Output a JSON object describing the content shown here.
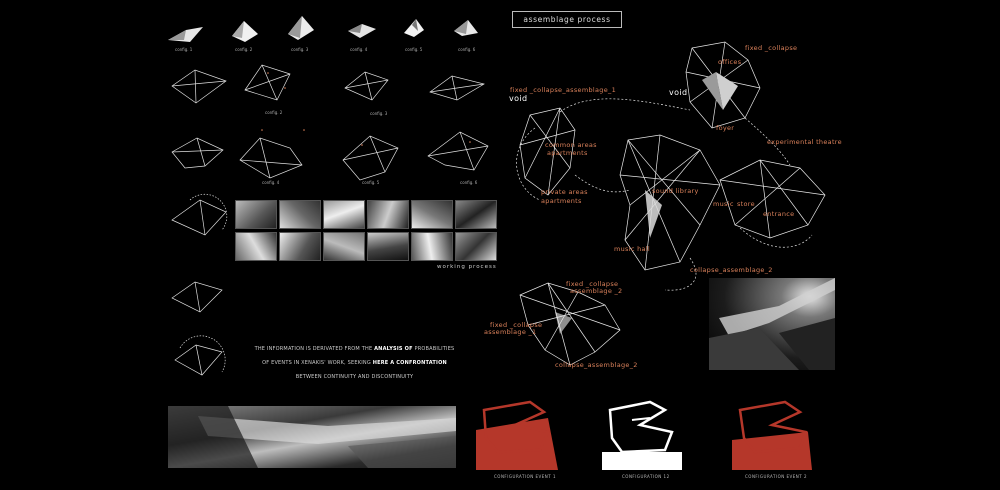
{
  "process_title": "assemblage process",
  "config_labels": [
    "config. 1",
    "config. 2",
    "config. 3",
    "config. 4",
    "config. 5",
    "config. 6"
  ],
  "row_labels": {
    "row2_c2": "config. 2",
    "row3_c3": "config. 3",
    "row4_c2": "config. 4",
    "row4_c3": "config. 5",
    "row4_c4": "config. 6"
  },
  "working_process": "working process",
  "statement": {
    "line1_pre": "THE INFORMATION IS DERIVATED FROM THE ",
    "line1_bold": "ANALYSIS OF",
    "line1_post": " PROBABILITIES",
    "line2_pre": "OF EVENTS IN XENAKIS' WORK, SEEKING ",
    "line2_bold": "HERE A CONFRONTATION",
    "line3": "BETWEEN CONTINUITY AND DISCONTINUITY"
  },
  "diagram_labels": {
    "fixed_collapse_top": "fixed _collapse",
    "offices": "offices",
    "void_top": "void",
    "foyer": "foyer",
    "experimental_theatre": "experimental theatre",
    "fixed_collapse_assemblage_1": "fixed _collapse_assemblage_1",
    "void_left": "void",
    "common_areas": "common areas",
    "apartments_top": "apartments",
    "private_areas": "private areas",
    "apartments_bottom": "apartments",
    "sound_library": "sound library",
    "music": "music",
    "store": "store",
    "entrance": "entrance",
    "music_hall": "music hall",
    "collapse_assemblage_2_top": "collapse_assemblage_2",
    "fixed_collapse_2": "fixed _collapse",
    "assemblage_2": "assemblage _2",
    "fixed_collapse_lower": "fixed _collapse",
    "assemblage_1": "assemblage _1",
    "collapse_assemblage_2_bottom": "collapse_assemblage_2"
  },
  "configuration_events": [
    "CONFIGURATION EVENT 1",
    "CONFIGURATION 12",
    "CONFIGURATION EVENT 2"
  ],
  "colors": {
    "accent": "#d9805a",
    "red": "#b5372a",
    "background": "#000000",
    "line": "#e8e8e8"
  }
}
